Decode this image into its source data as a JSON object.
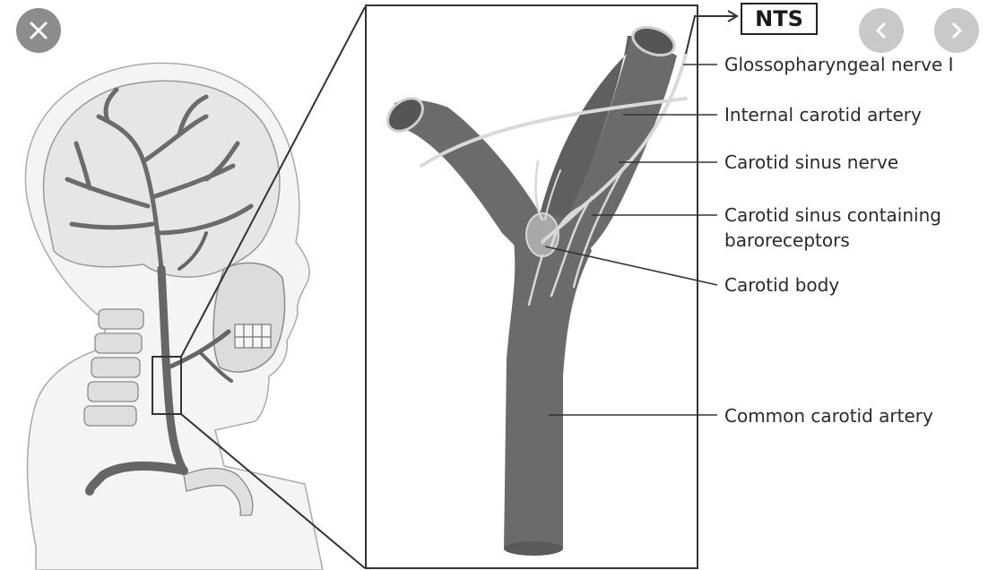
{
  "nav": {
    "close_icon": "close-icon",
    "prev_icon": "chevron-left-icon",
    "next_icon": "chevron-right-icon"
  },
  "diagram": {
    "nts_label": "NTS",
    "labels": {
      "glossopharyngeal": "Glossopharyngeal nerve I",
      "internal_carotid": "Internal carotid artery",
      "sinus_nerve": "Carotid sinus nerve",
      "sinus_line1": "Carotid sinus containing",
      "sinus_line2": "baroreceptors",
      "carotid_body": "Carotid body",
      "common_carotid": "Common carotid artery"
    }
  },
  "colors": {
    "artery": "#6b6b6b",
    "artery_dark": "#505050",
    "nerve": "#d9d9d9",
    "bone": "#e3e3e3",
    "skin": "#eeeeee",
    "button_dark": "#8d8d8d",
    "button_light": "#c9c9c9"
  }
}
